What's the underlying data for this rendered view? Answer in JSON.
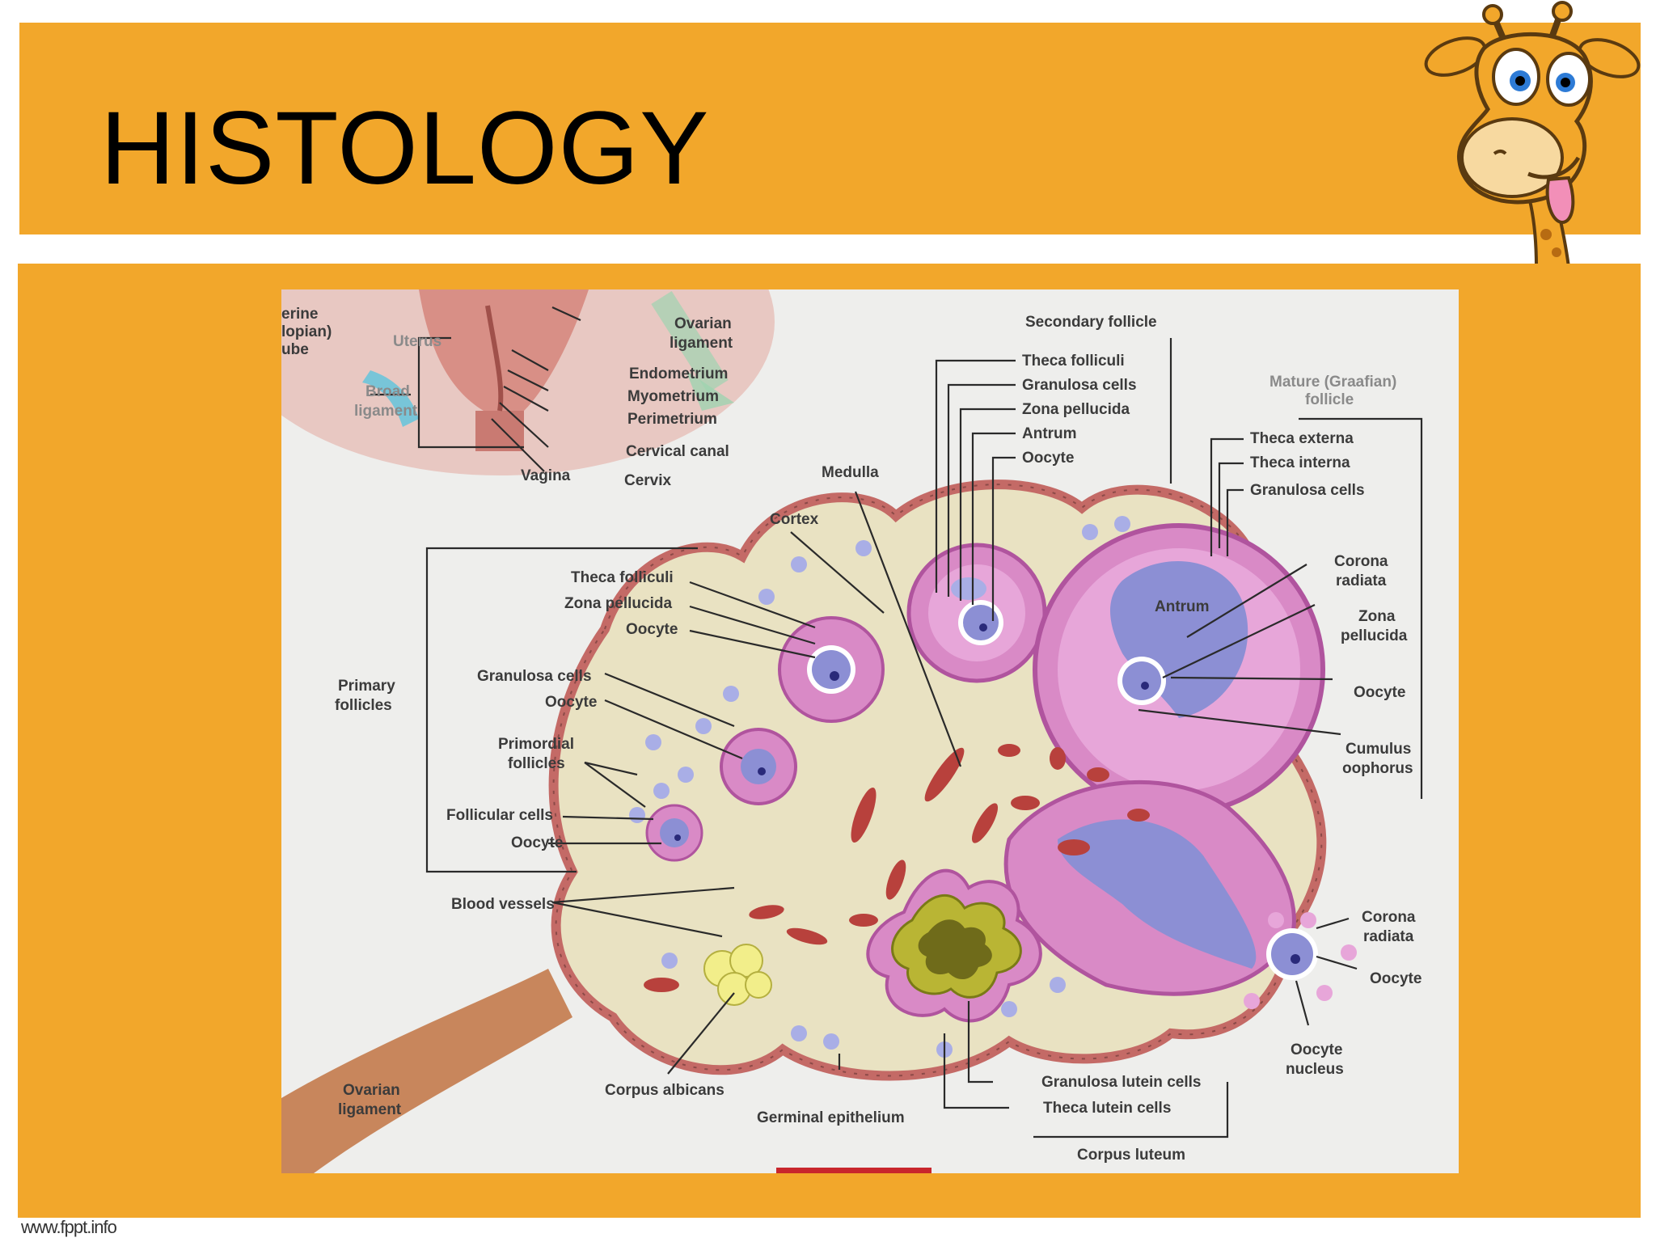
{
  "slide": {
    "title": "HISTOLOGY",
    "footer_url": "www.fppt.info",
    "mascot": "giraffe-mascot"
  },
  "colors": {
    "banner": "#F2A72B",
    "ovary_stroma": "#E9E2C2",
    "follicle_pink": "#D98AC6",
    "oocyte_blue": "#8C8FD4",
    "vessel_red": "#B8413C",
    "corpus_luteum": "#B9B534"
  },
  "diagram": {
    "inset": {
      "uterine_tube": "erine\nlopian)\nube",
      "uterus": "Uterus",
      "broad_ligament": "Broad\nligament",
      "ovarian_ligament_top": "Ovarian\nligament",
      "endometrium": "Endometrium",
      "myometrium": "Myometrium",
      "perimetrium": "Perimetrium",
      "cervical_canal": "Cervical canal",
      "vagina": "Vagina",
      "cervix": "Cervix"
    },
    "labels": {
      "medulla": "Medulla",
      "cortex": "Cortex",
      "primary_follicles": "Primary\nfollicles",
      "theca_folliculi_primary": "Theca folliculi",
      "zona_pellucida_primary": "Zona pellucida",
      "oocyte_primary": "Oocyte",
      "granulosa_cells_primary": "Granulosa cells",
      "oocyte_primary_2": "Oocyte",
      "primordial_follicles": "Primordial\nfollicles",
      "follicular_cells": "Follicular cells",
      "oocyte_primordial": "Oocyte",
      "blood_vessels": "Blood vessels",
      "ovarian_ligament": "Ovarian\nligament",
      "corpus_albicans": "Corpus albicans",
      "germinal_epithelium": "Germinal epithelium",
      "granulosa_lutein_cells": "Granulosa lutein cells",
      "theca_lutein_cells": "Theca lutein cells",
      "corpus_luteum": "Corpus luteum",
      "secondary_follicle": "Secondary follicle",
      "theca_folliculi_secondary": "Theca folliculi",
      "granulosa_cells_secondary": "Granulosa cells",
      "zona_pellucida_secondary": "Zona pellucida",
      "antrum_secondary": "Antrum",
      "oocyte_secondary": "Oocyte",
      "mature_follicle": "Mature (Graafian)\nfollicle",
      "theca_externa": "Theca externa",
      "theca_interna": "Theca interna",
      "granulosa_cells_mature": "Granulosa cells",
      "antrum_mature": "Antrum",
      "corona_radiata_mature": "Corona\nradiata",
      "zona_pellucida_mature": "Zona\npellucida",
      "oocyte_mature": "Oocyte",
      "cumulus_oophorus": "Cumulus\noophorus",
      "corona_radiata_ovulated": "Corona\nradiata",
      "oocyte_ovulated": "Oocyte",
      "oocyte_nucleus": "Oocyte\nnucleus"
    }
  }
}
